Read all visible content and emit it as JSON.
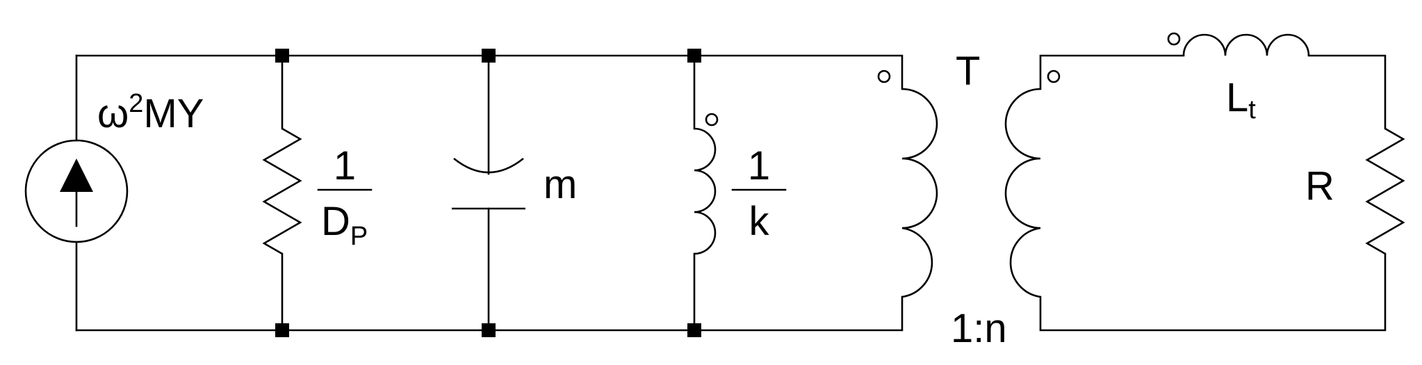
{
  "diagram": {
    "source_label": {
      "omega": "ω",
      "exp": "2",
      "rest": "MY"
    },
    "resistor_label": {
      "num": "1",
      "den_main": "D",
      "den_sub": "P"
    },
    "capacitor_label": "m",
    "inductor_label": {
      "num": "1",
      "den": "k"
    },
    "transformer_label": "T",
    "ratio_label": "1:n",
    "series_inductor_label": {
      "main": "L",
      "sub": "t"
    },
    "load_label": "R"
  }
}
